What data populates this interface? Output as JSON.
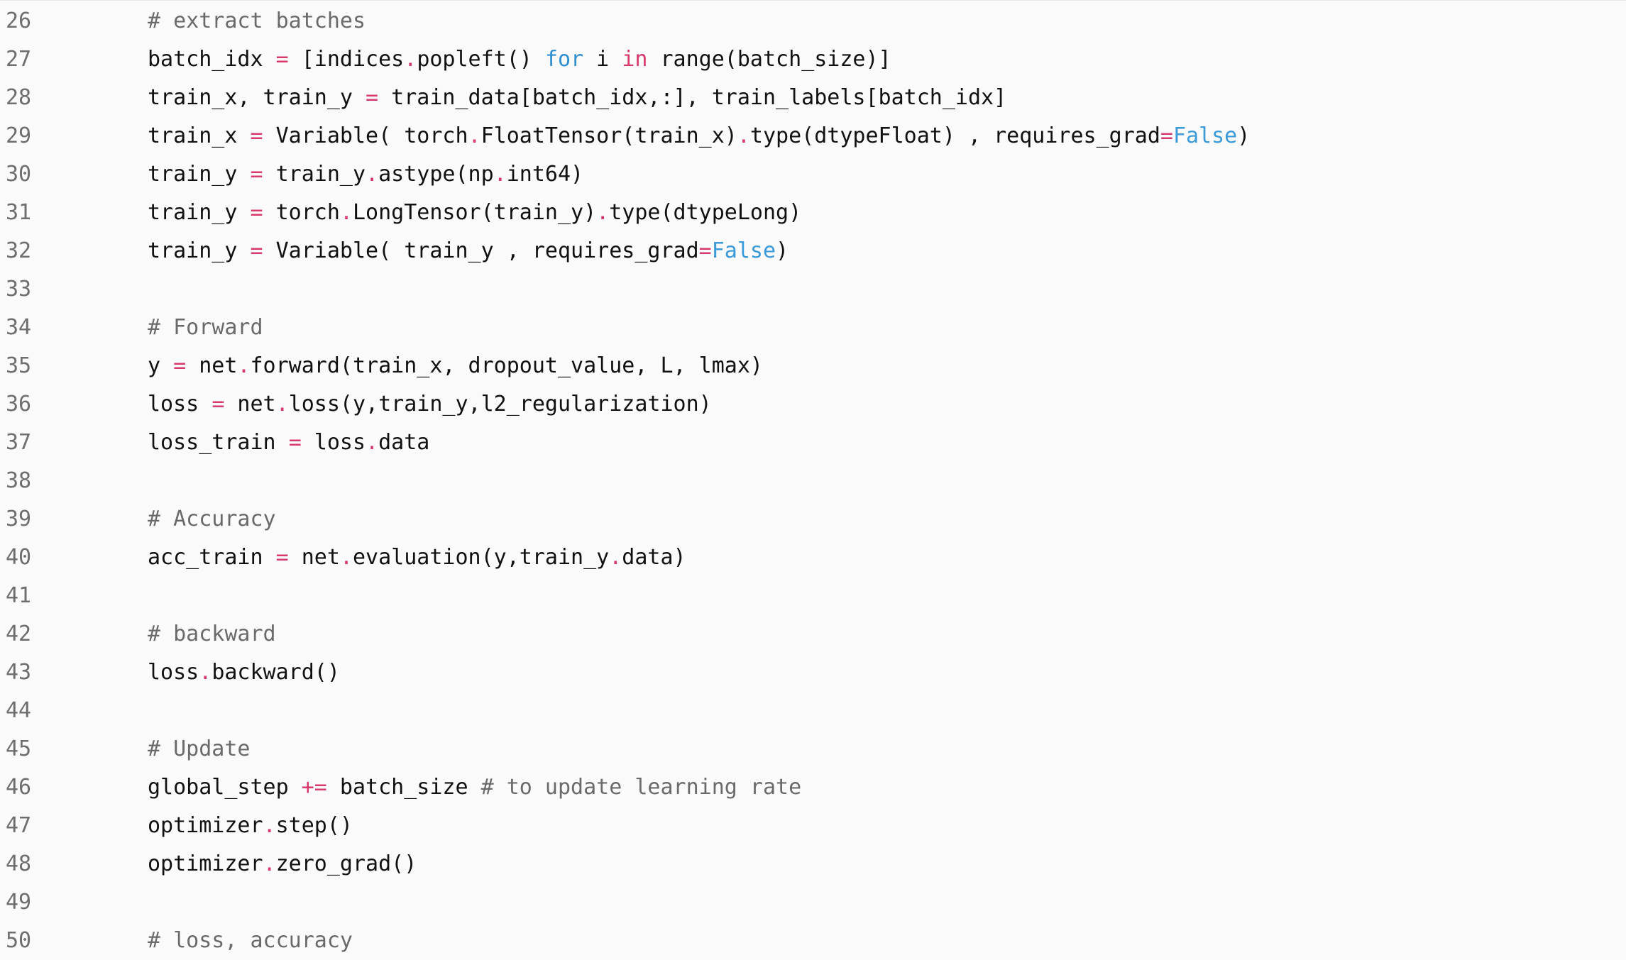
{
  "colors": {
    "background": "#fafafa",
    "line_number": "#6e6e6e",
    "text": "#111111",
    "operator": "#d73a6a",
    "keyword": "#2f8fd1",
    "boolean": "#3b9ad9",
    "comment": "#6a6a6a"
  },
  "lines": [
    {
      "num": "26",
      "tokens": [
        {
          "t": "# extract batches",
          "k": "comment"
        }
      ]
    },
    {
      "num": "27",
      "tokens": [
        {
          "t": "batch_idx ",
          "k": "plain"
        },
        {
          "t": "=",
          "k": "op"
        },
        {
          "t": " [indices",
          "k": "plain"
        },
        {
          "t": ".",
          "k": "op"
        },
        {
          "t": "popleft() ",
          "k": "plain"
        },
        {
          "t": "for",
          "k": "kw"
        },
        {
          "t": " i ",
          "k": "plain"
        },
        {
          "t": "in",
          "k": "op"
        },
        {
          "t": " range(batch_size)]",
          "k": "plain"
        }
      ]
    },
    {
      "num": "28",
      "tokens": [
        {
          "t": "train_x, train_y ",
          "k": "plain"
        },
        {
          "t": "=",
          "k": "op"
        },
        {
          "t": " train_data[batch_idx,:], train_labels[batch_idx]",
          "k": "plain"
        }
      ]
    },
    {
      "num": "29",
      "tokens": [
        {
          "t": "train_x ",
          "k": "plain"
        },
        {
          "t": "=",
          "k": "op"
        },
        {
          "t": " Variable( torch",
          "k": "plain"
        },
        {
          "t": ".",
          "k": "op"
        },
        {
          "t": "FloatTensor(train_x)",
          "k": "plain"
        },
        {
          "t": ".",
          "k": "op"
        },
        {
          "t": "type(dtypeFloat) , requires_grad",
          "k": "plain"
        },
        {
          "t": "=",
          "k": "op"
        },
        {
          "t": "False",
          "k": "bool"
        },
        {
          "t": ")",
          "k": "plain"
        }
      ]
    },
    {
      "num": "30",
      "tokens": [
        {
          "t": "train_y ",
          "k": "plain"
        },
        {
          "t": "=",
          "k": "op"
        },
        {
          "t": " train_y",
          "k": "plain"
        },
        {
          "t": ".",
          "k": "op"
        },
        {
          "t": "astype(np",
          "k": "plain"
        },
        {
          "t": ".",
          "k": "op"
        },
        {
          "t": "int64)",
          "k": "plain"
        }
      ]
    },
    {
      "num": "31",
      "tokens": [
        {
          "t": "train_y ",
          "k": "plain"
        },
        {
          "t": "=",
          "k": "op"
        },
        {
          "t": " torch",
          "k": "plain"
        },
        {
          "t": ".",
          "k": "op"
        },
        {
          "t": "LongTensor(train_y)",
          "k": "plain"
        },
        {
          "t": ".",
          "k": "op"
        },
        {
          "t": "type(dtypeLong)",
          "k": "plain"
        }
      ]
    },
    {
      "num": "32",
      "tokens": [
        {
          "t": "train_y ",
          "k": "plain"
        },
        {
          "t": "=",
          "k": "op"
        },
        {
          "t": " Variable( train_y , requires_grad",
          "k": "plain"
        },
        {
          "t": "=",
          "k": "op"
        },
        {
          "t": "False",
          "k": "bool"
        },
        {
          "t": ")",
          "k": "plain"
        }
      ]
    },
    {
      "num": "33",
      "tokens": []
    },
    {
      "num": "34",
      "tokens": [
        {
          "t": "# Forward",
          "k": "comment"
        }
      ]
    },
    {
      "num": "35",
      "tokens": [
        {
          "t": "y ",
          "k": "plain"
        },
        {
          "t": "=",
          "k": "op"
        },
        {
          "t": " net",
          "k": "plain"
        },
        {
          "t": ".",
          "k": "op"
        },
        {
          "t": "forward(train_x, dropout_value, L, lmax)",
          "k": "plain"
        }
      ]
    },
    {
      "num": "36",
      "tokens": [
        {
          "t": "loss ",
          "k": "plain"
        },
        {
          "t": "=",
          "k": "op"
        },
        {
          "t": " net",
          "k": "plain"
        },
        {
          "t": ".",
          "k": "op"
        },
        {
          "t": "loss(y,train_y,l2_regularization)",
          "k": "plain"
        }
      ]
    },
    {
      "num": "37",
      "tokens": [
        {
          "t": "loss_train ",
          "k": "plain"
        },
        {
          "t": "=",
          "k": "op"
        },
        {
          "t": " loss",
          "k": "plain"
        },
        {
          "t": ".",
          "k": "op"
        },
        {
          "t": "data",
          "k": "plain"
        }
      ]
    },
    {
      "num": "38",
      "tokens": []
    },
    {
      "num": "39",
      "tokens": [
        {
          "t": "# Accuracy",
          "k": "comment"
        }
      ]
    },
    {
      "num": "40",
      "tokens": [
        {
          "t": "acc_train ",
          "k": "plain"
        },
        {
          "t": "=",
          "k": "op"
        },
        {
          "t": " net",
          "k": "plain"
        },
        {
          "t": ".",
          "k": "op"
        },
        {
          "t": "evaluation(y,train_y",
          "k": "plain"
        },
        {
          "t": ".",
          "k": "op"
        },
        {
          "t": "data)",
          "k": "plain"
        }
      ]
    },
    {
      "num": "41",
      "tokens": []
    },
    {
      "num": "42",
      "tokens": [
        {
          "t": "# backward",
          "k": "comment"
        }
      ]
    },
    {
      "num": "43",
      "tokens": [
        {
          "t": "loss",
          "k": "plain"
        },
        {
          "t": ".",
          "k": "op"
        },
        {
          "t": "backward()",
          "k": "plain"
        }
      ]
    },
    {
      "num": "44",
      "tokens": []
    },
    {
      "num": "45",
      "tokens": [
        {
          "t": "# Update",
          "k": "comment"
        }
      ]
    },
    {
      "num": "46",
      "tokens": [
        {
          "t": "global_step ",
          "k": "plain"
        },
        {
          "t": "+=",
          "k": "op"
        },
        {
          "t": " batch_size ",
          "k": "plain"
        },
        {
          "t": "# to update learning rate",
          "k": "comment"
        }
      ]
    },
    {
      "num": "47",
      "tokens": [
        {
          "t": "optimizer",
          "k": "plain"
        },
        {
          "t": ".",
          "k": "op"
        },
        {
          "t": "step()",
          "k": "plain"
        }
      ]
    },
    {
      "num": "48",
      "tokens": [
        {
          "t": "optimizer",
          "k": "plain"
        },
        {
          "t": ".",
          "k": "op"
        },
        {
          "t": "zero_grad()",
          "k": "plain"
        }
      ]
    },
    {
      "num": "49",
      "tokens": []
    },
    {
      "num": "50",
      "tokens": [
        {
          "t": "# loss, accuracy",
          "k": "comment"
        }
      ]
    }
  ]
}
